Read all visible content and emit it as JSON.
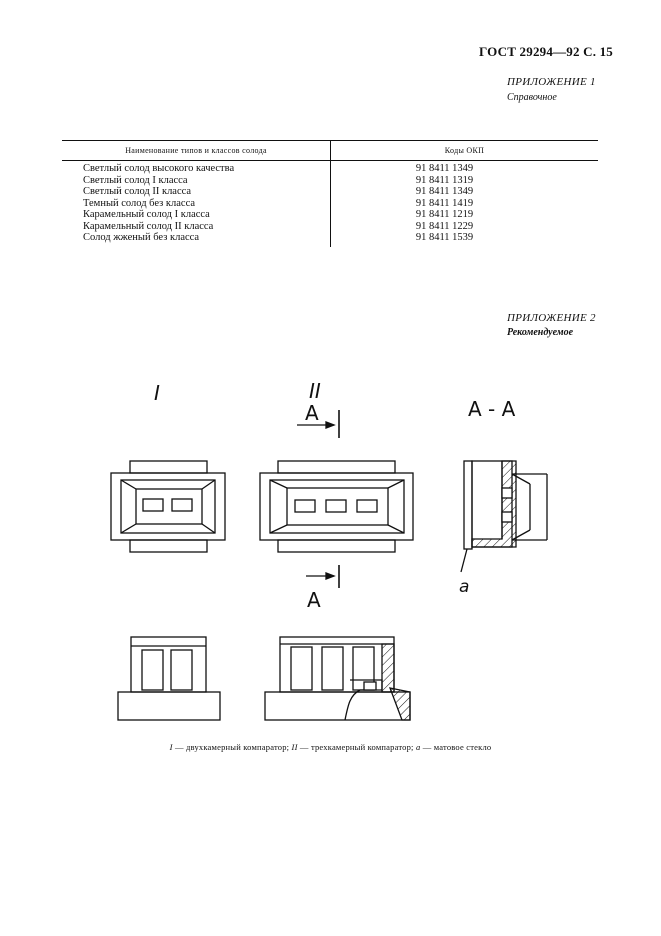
{
  "header": {
    "page_ref": "ГОСТ 29294—92 С. 15"
  },
  "appendix1": {
    "title": "ПРИЛОЖЕНИЕ 1",
    "subtitle": "Справочное"
  },
  "table": {
    "columns": [
      "Наименование типов и классов солода",
      "Коды ОКП"
    ],
    "rows": [
      {
        "name": "Светлый солод высокого качества",
        "code": "91 8411 1349"
      },
      {
        "name": "Светлый солод I класса",
        "code": "91 8411 1319"
      },
      {
        "name": "Светлый солод II класса",
        "code": "91 8411 1349"
      },
      {
        "name": "Темный солод без класса",
        "code": "91 8411 1419"
      },
      {
        "name": "Карамельный солод I класса",
        "code": "91 8411 1219"
      },
      {
        "name": "Карамельный солод II класса",
        "code": "91 8411 1229"
      },
      {
        "name": "Солод жженый без класса",
        "code": "91 8411 1539"
      }
    ]
  },
  "appendix2": {
    "title": "ПРИЛОЖЕНИЕ 2",
    "subtitle": "Рекомендуемое"
  },
  "figure": {
    "label_I": "I",
    "label_II": "II",
    "section_mark": "А",
    "section_title": "А - А",
    "label_a": "a"
  },
  "caption": {
    "m1": "I",
    "t1": " — двухкамерный компаратор; ",
    "m2": "II",
    "t2": " — трехкамерный компаратор; ",
    "m3": "a",
    "t3": " — матовое стекло"
  }
}
